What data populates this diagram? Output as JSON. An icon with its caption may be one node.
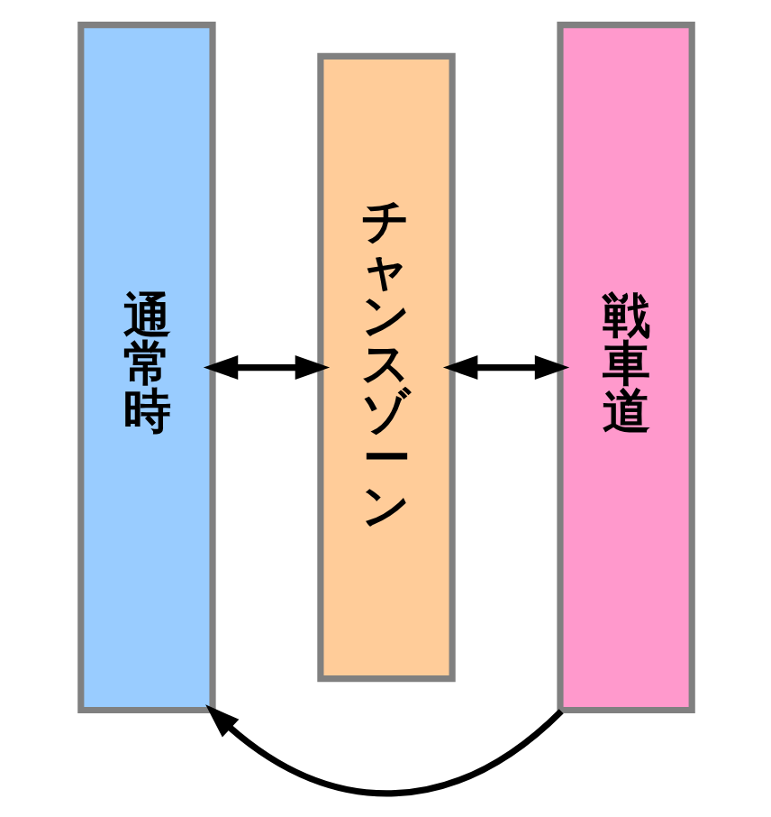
{
  "diagram": {
    "nodes": [
      {
        "text": [
          "通常時"
        ]
      },
      {
        "text": [
          "チャンスゾーン"
        ]
      },
      {
        "text": [
          "戦車道"
        ]
      }
    ],
    "edges": [
      {
        "from": 0,
        "to": 1,
        "arrow": "both"
      },
      {
        "from": 1,
        "to": 2,
        "arrow": "both"
      },
      {
        "from": 2,
        "to": 0,
        "arrow": "to"
      }
    ]
  }
}
